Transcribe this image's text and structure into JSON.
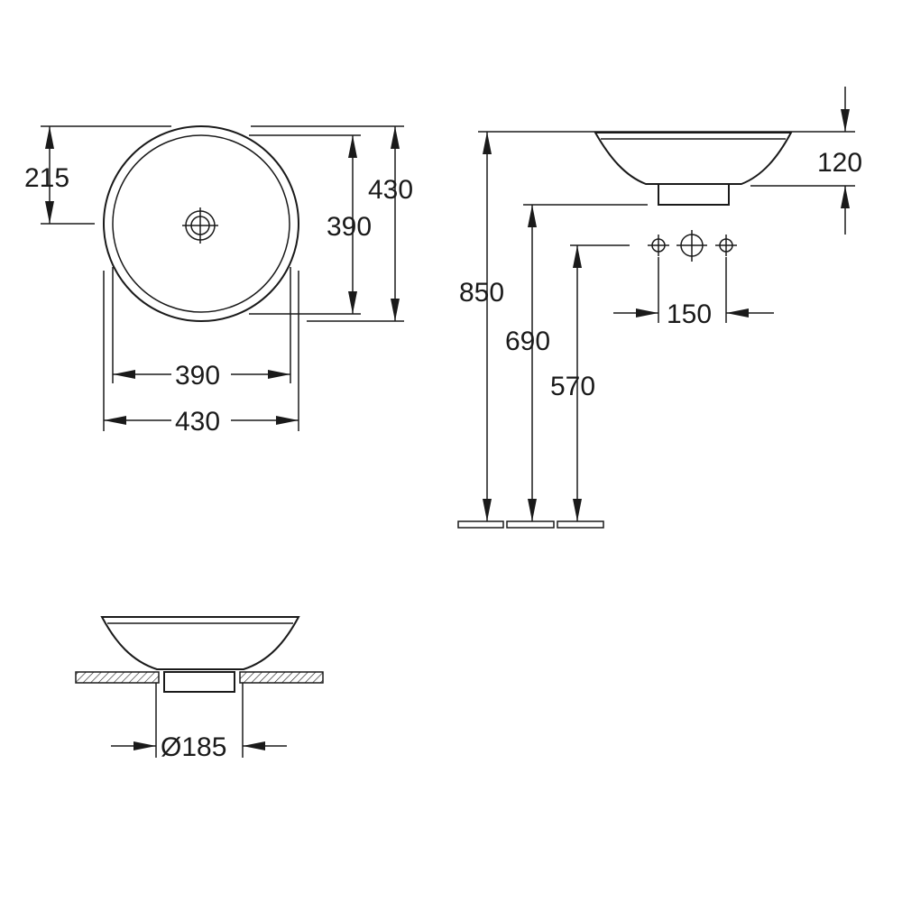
{
  "top_view": {
    "height_offset": "215",
    "inner_height": "390",
    "outer_height": "430",
    "inner_width": "390",
    "outer_width": "430"
  },
  "side_view": {
    "bowl_height": "120",
    "overall_height": "850",
    "drain_height": "690",
    "supply_height": "570",
    "tap_spacing": "150"
  },
  "section_view": {
    "waste_diameter": "Ø185"
  }
}
